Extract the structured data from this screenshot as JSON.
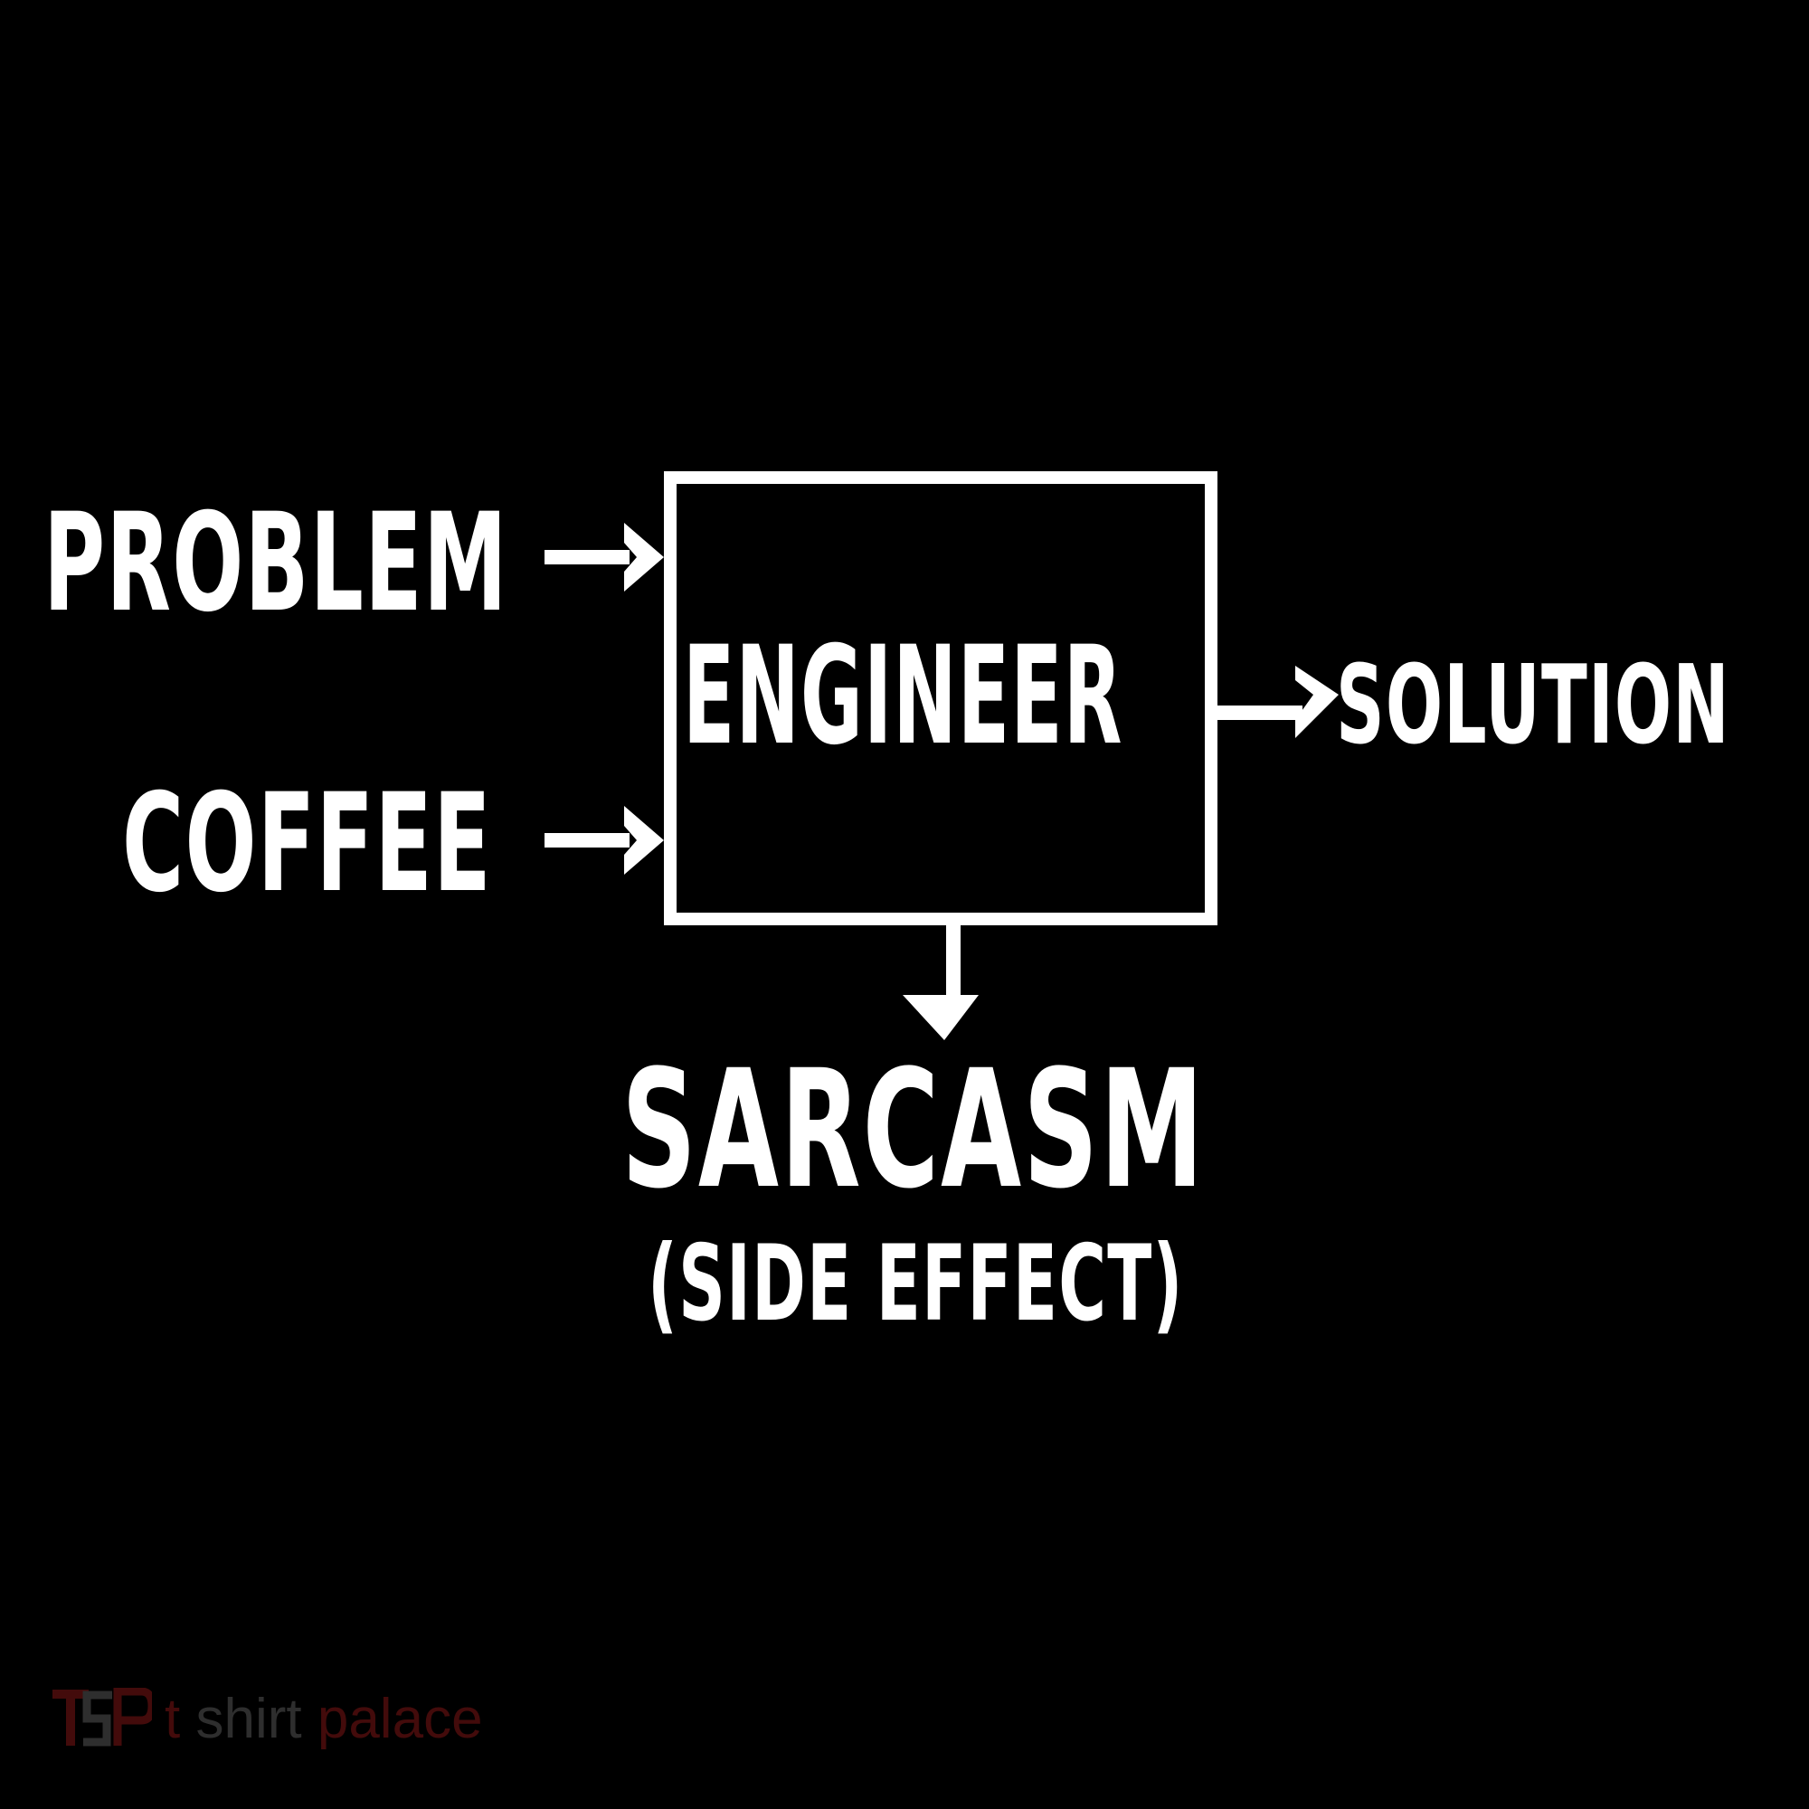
{
  "diagram": {
    "inputs": [
      "PROBLEM",
      "COFFEE"
    ],
    "process": "ENGINEER",
    "output": "SOLUTION",
    "side_output": "SARCASM",
    "side_output_note": "(SIDE EFFECT)"
  },
  "watermark": {
    "logo_letters": "TSP",
    "word1": "t",
    "word2": "shirt",
    "word3": "palace"
  },
  "colors": {
    "background": "#000000",
    "foreground": "#ffffff",
    "watermark_red": "#7a1414",
    "watermark_gray": "#555555"
  }
}
